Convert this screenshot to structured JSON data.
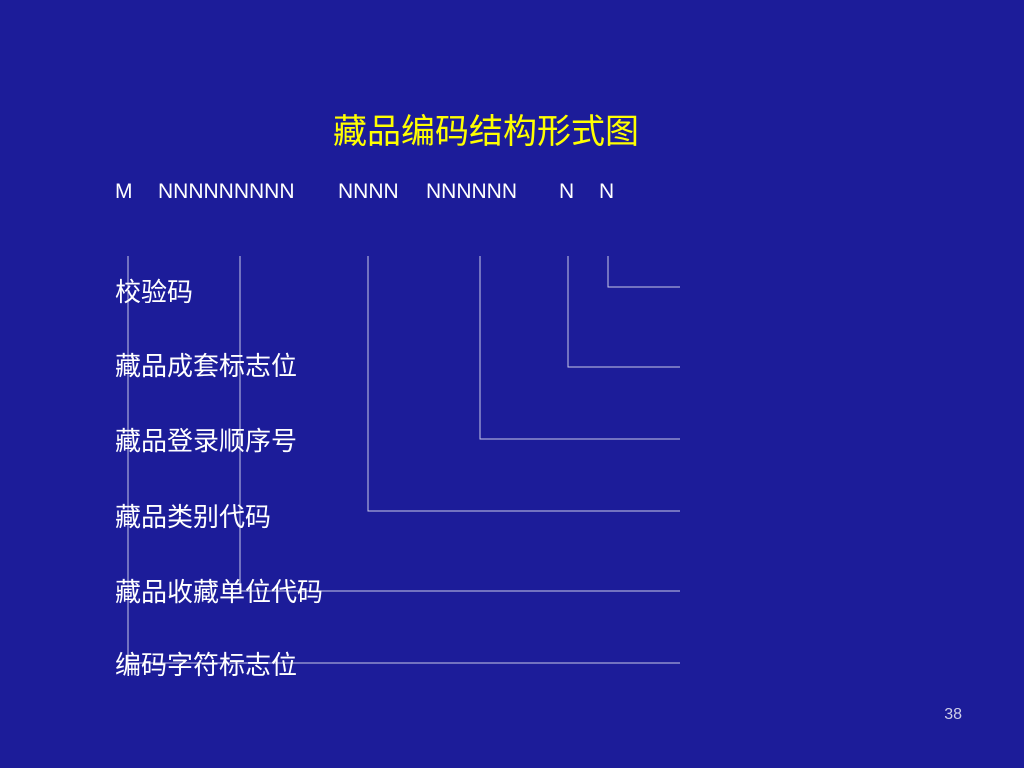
{
  "title": "藏品编码结构形式图",
  "code_segments": [
    "M",
    "NNNNNNNNN",
    "NNNN",
    "NNNNNN",
    "N",
    "N"
  ],
  "labels": [
    "校验码",
    "藏品成套标志位",
    "藏品登录顺序号",
    "藏品类别代码",
    "藏品收藏单位代码",
    "编码字符标志位"
  ],
  "page_number": "38",
  "colors": {
    "background": "#1c1c99",
    "title": "#ffff00",
    "text": "#ffffff",
    "connector": "#c8c8e6"
  }
}
